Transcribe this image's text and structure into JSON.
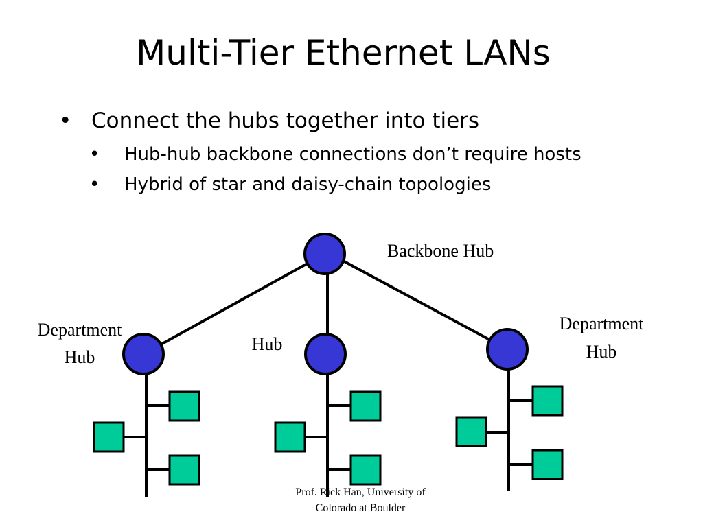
{
  "slide": {
    "title": "Multi-Tier Ethernet LANs",
    "bullets": [
      {
        "text": "Connect the hubs together into tiers",
        "sub": [
          "Hub-hub backbone connections don’t require hosts",
          "Hybrid of star and daisy-chain topologies"
        ]
      }
    ],
    "bullet_glyph": "•"
  },
  "diagram": {
    "hub_color": "#3737d6",
    "host_color": "#00cc99",
    "labels": {
      "backbone": "Backbone Hub",
      "left_line1": "Department",
      "left_line2": "Hub",
      "center": "Hub",
      "right_line1": "Department",
      "right_line2": "Hub"
    }
  },
  "footer": {
    "line1": "Prof. Rick Han, University of",
    "line2": "Colorado at Boulder"
  }
}
